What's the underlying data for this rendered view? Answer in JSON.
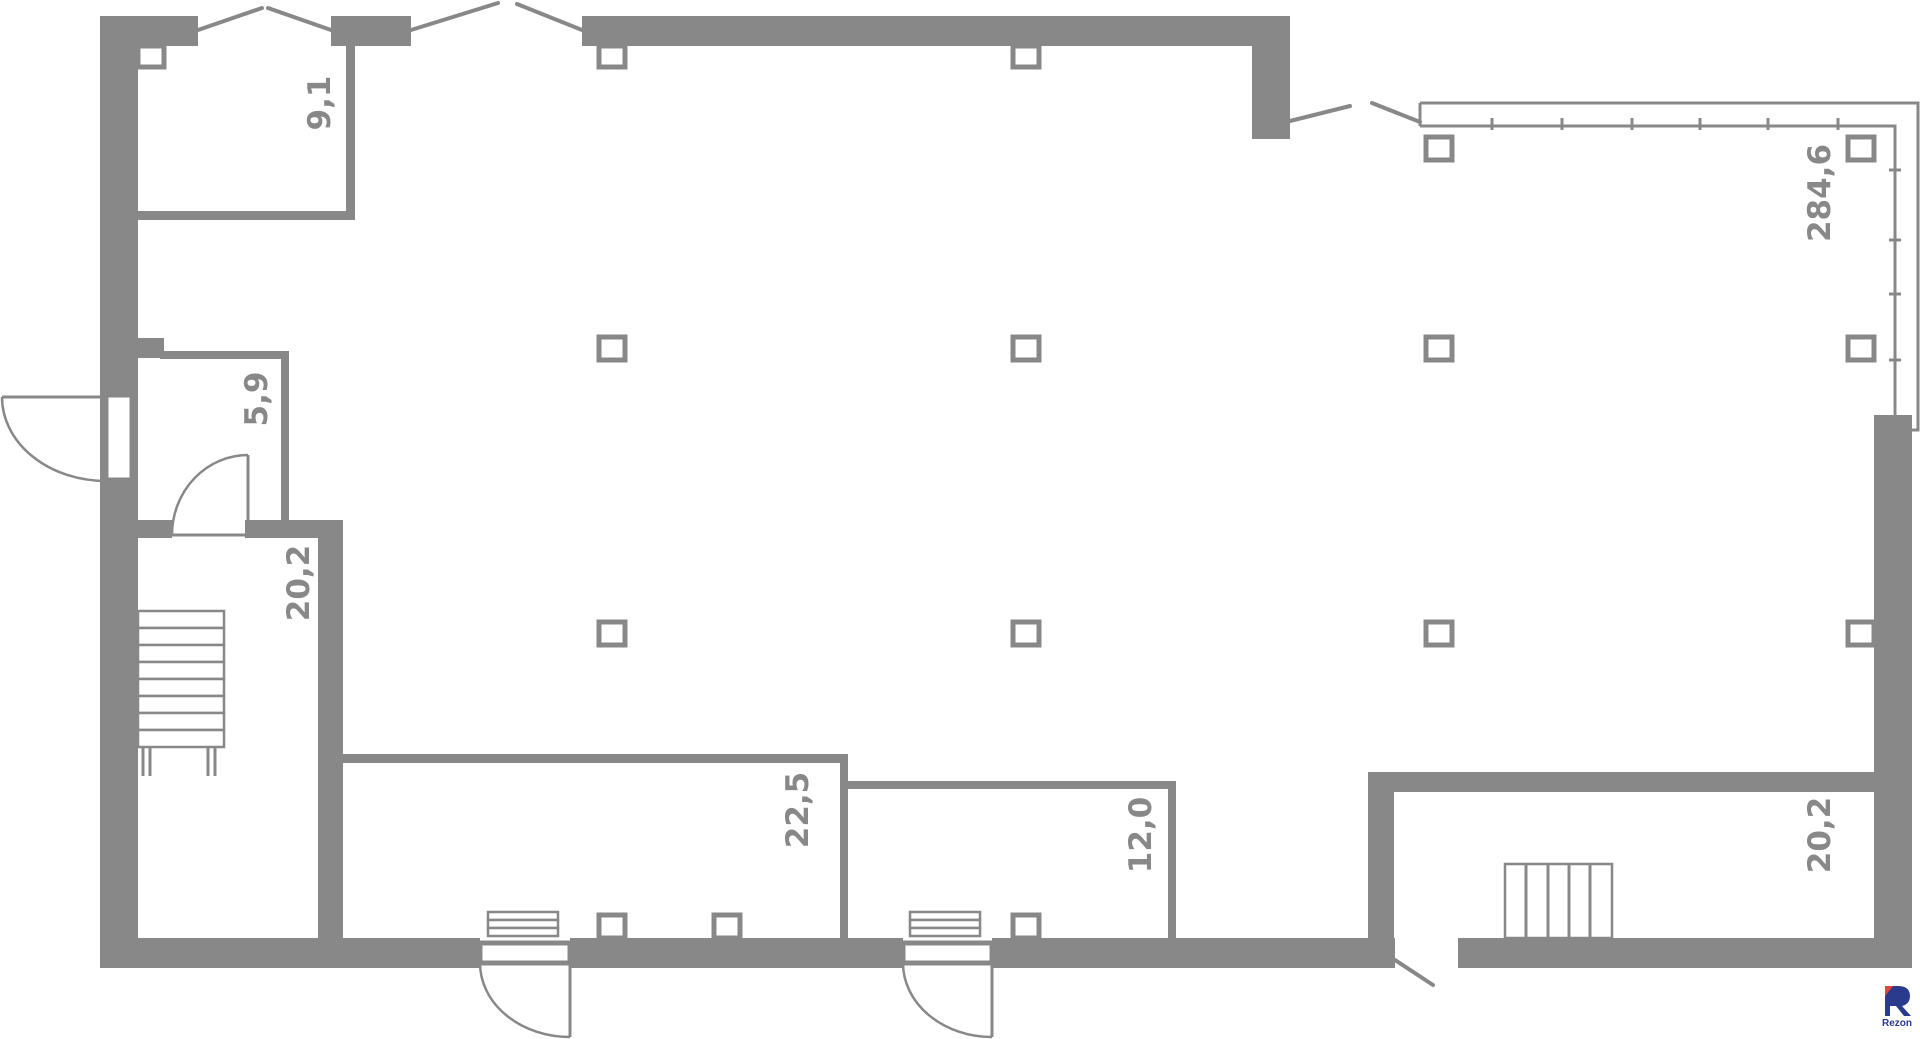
{
  "rooms": [
    {
      "id": "room-top-left",
      "area": "9,1"
    },
    {
      "id": "room-small-wc",
      "area": "5,9"
    },
    {
      "id": "room-stair-hall",
      "area": "20,2"
    },
    {
      "id": "room-bottom-left",
      "area": "22,5"
    },
    {
      "id": "room-bottom-mid",
      "area": "12,0"
    },
    {
      "id": "room-main-hall",
      "area": "284,6"
    },
    {
      "id": "room-bottom-right",
      "area": "20,2"
    }
  ],
  "logo": {
    "name": "Rezon",
    "primary_color": "#2a3a8c",
    "accent_color": "#e8433a"
  },
  "colors": {
    "wall": "#888888",
    "background": "#ffffff"
  }
}
